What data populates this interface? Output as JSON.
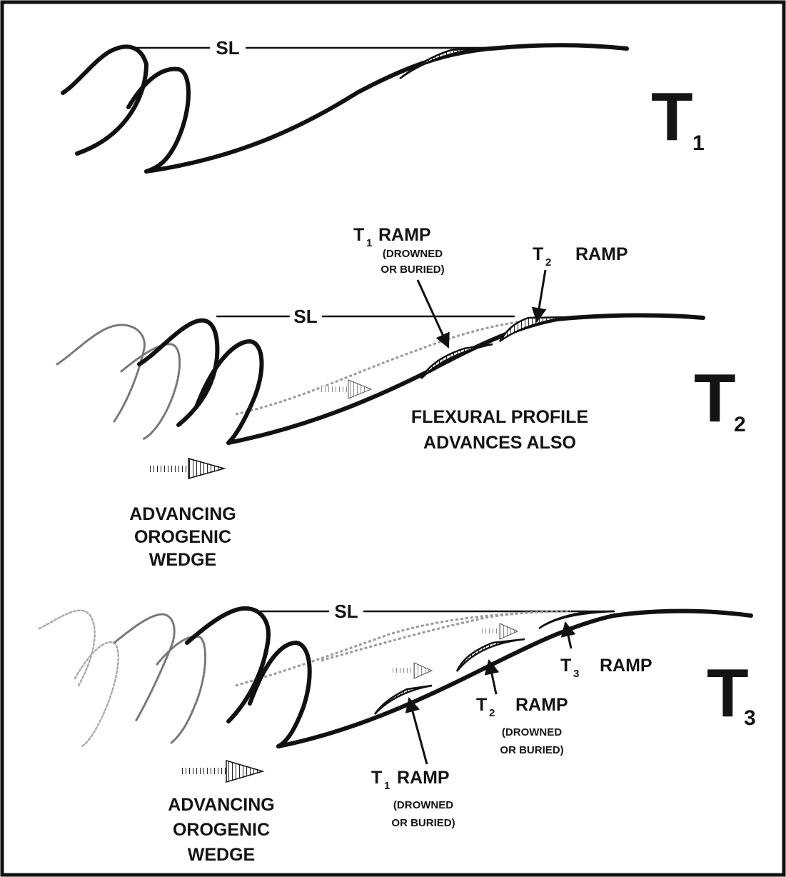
{
  "panels": [
    {
      "id": "t1",
      "stage_label": "T",
      "stage_sub": "1",
      "sea_level_label": "SL"
    },
    {
      "id": "t2",
      "stage_label": "T",
      "stage_sub": "2",
      "sea_level_label": "SL",
      "old_ramp": {
        "t": "T",
        "sub": "1",
        "word": "RAMP",
        "note1": "(DROWNED",
        "note2": "OR BURIED)"
      },
      "new_ramp": {
        "t": "T",
        "sub": "2",
        "word": "RAMP"
      },
      "flex_text_1": "FLEXURAL PROFILE",
      "flex_text_2": "ADVANCES ALSO",
      "wedge_text": [
        "ADVANCING",
        "OROGENIC",
        "WEDGE"
      ]
    },
    {
      "id": "t3",
      "stage_label": "T",
      "stage_sub": "3",
      "sea_level_label": "SL",
      "new_ramp": {
        "t": "T",
        "sub": "3",
        "word": "RAMP"
      },
      "mid_ramp": {
        "t": "T",
        "sub": "2",
        "word": "RAMP",
        "note1": "(DROWNED",
        "note2": "OR BURIED)"
      },
      "old_ramp": {
        "t": "T",
        "sub": "1",
        "word": "RAMP",
        "note1": "(DROWNED",
        "note2": "OR BURIED)"
      },
      "wedge_text": [
        "ADVANCING",
        "OROGENIC",
        "WEDGE"
      ]
    }
  ]
}
